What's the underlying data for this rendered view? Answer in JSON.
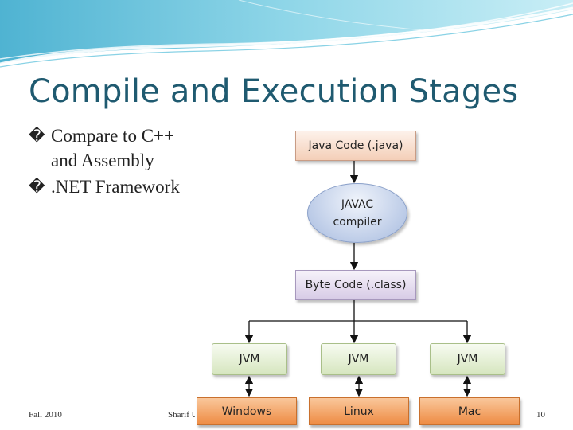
{
  "slide": {
    "title": "Compile and Execution Stages",
    "bullets": [
      {
        "mark": "�",
        "text": "Compare to C++ and Assembly"
      },
      {
        "mark": "�",
        "text": ".NET Framework"
      }
    ],
    "footer": {
      "left": "Fall 2010",
      "center": "Sharif U",
      "page": "10"
    }
  },
  "diagram": {
    "java_code": "Java Code (.java)",
    "compiler_line1": "JAVAC",
    "compiler_line2": "compiler",
    "byte_code": "Byte Code (.class)",
    "jvm_labels": [
      "JVM",
      "JVM",
      "JVM"
    ],
    "os_labels": [
      "Windows",
      "Linux",
      "Mac"
    ]
  },
  "colors": {
    "title": "#1f5a70",
    "header_wave": "#6cc5dc"
  }
}
